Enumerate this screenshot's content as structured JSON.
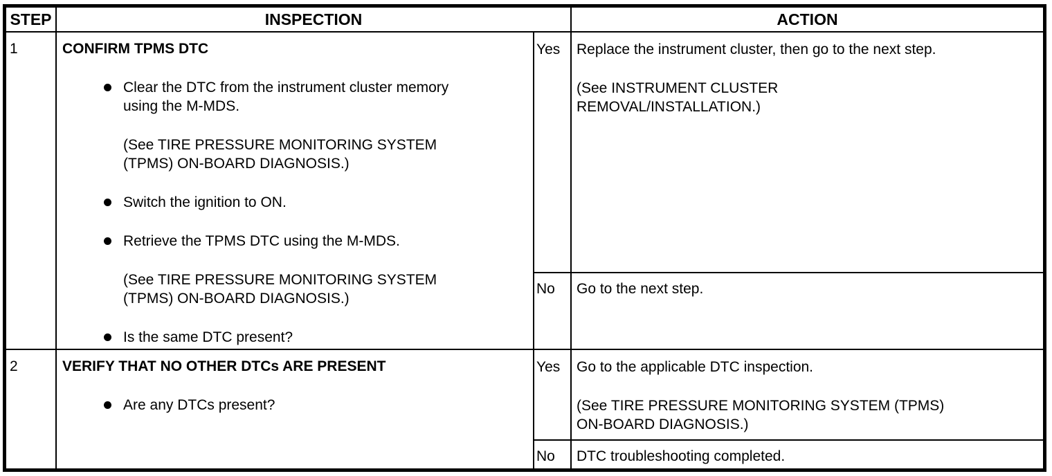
{
  "page": {
    "background_color": "#ffffff",
    "border_color": "#000000",
    "text_color": "#000000"
  },
  "table": {
    "headers": {
      "step": "STEP",
      "inspection": "INSPECTION",
      "action": "ACTION"
    },
    "rows": [
      {
        "step": "1",
        "inspection": {
          "title": "CONFIRM TPMS DTC",
          "items": [
            {
              "type": "bullet",
              "lines": [
                "Clear the DTC from the instrument cluster memory",
                "using the M-MDS."
              ]
            },
            {
              "type": "note",
              "lines": [
                "(See TIRE PRESSURE MONITORING SYSTEM",
                "(TPMS) ON-BOARD DIAGNOSIS.)"
              ]
            },
            {
              "type": "bullet",
              "lines": [
                "Switch the ignition to ON."
              ]
            },
            {
              "type": "bullet",
              "lines": [
                "Retrieve the TPMS DTC using the M-MDS."
              ]
            },
            {
              "type": "note",
              "lines": [
                "(See TIRE PRESSURE MONITORING SYSTEM",
                "(TPMS) ON-BOARD DIAGNOSIS.)"
              ]
            },
            {
              "type": "bullet",
              "lines": [
                "Is the same DTC present?"
              ]
            }
          ]
        },
        "actions": [
          {
            "answer": "Yes",
            "paragraphs": [
              [
                "Replace the instrument cluster, then go to the next step."
              ],
              [
                "(See INSTRUMENT CLUSTER",
                "REMOVAL/INSTALLATION.)"
              ]
            ]
          },
          {
            "answer": "No",
            "paragraphs": [
              [
                "Go to the next step."
              ]
            ]
          }
        ]
      },
      {
        "step": "2",
        "inspection": {
          "title": "VERIFY THAT NO OTHER DTCs ARE PRESENT",
          "items": [
            {
              "type": "bullet",
              "lines": [
                "Are any DTCs present?"
              ]
            }
          ]
        },
        "actions": [
          {
            "answer": "Yes",
            "paragraphs": [
              [
                "Go to the applicable DTC inspection."
              ],
              [
                "(See TIRE PRESSURE MONITORING SYSTEM (TPMS)",
                "ON-BOARD DIAGNOSIS.)"
              ]
            ]
          },
          {
            "answer": "No",
            "paragraphs": [
              [
                "DTC troubleshooting completed."
              ]
            ]
          }
        ]
      }
    ]
  }
}
